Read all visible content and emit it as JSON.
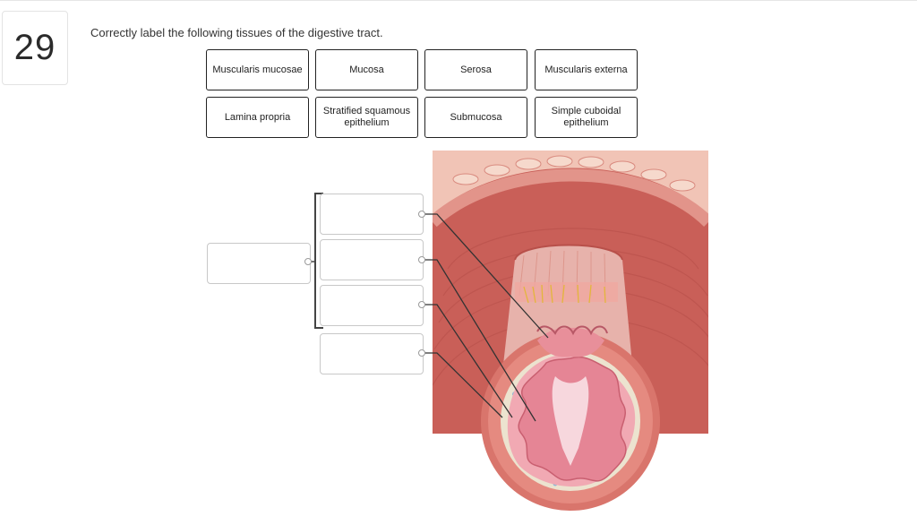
{
  "question": {
    "number": "29",
    "prompt": "Correctly label the following tissues of the digestive tract."
  },
  "label_bank": [
    "Muscularis mucosae",
    "Mucosa",
    "Serosa",
    "Muscularis externa",
    "Lamina propria",
    "Stratified squamous epithelium",
    "Submucosa",
    "Simple cuboidal epithelium"
  ],
  "drop_targets": {
    "group_label": "",
    "targets": [
      "",
      "",
      "",
      ""
    ]
  },
  "illustration": {
    "name": "digestive-tract-cross-section",
    "colors": {
      "muscle": "#d9756c",
      "muscle_dark": "#b95a52",
      "mucosa": "#e88f9a",
      "submucosa": "#ece3cf",
      "background_tissue": "#c95f58"
    }
  }
}
